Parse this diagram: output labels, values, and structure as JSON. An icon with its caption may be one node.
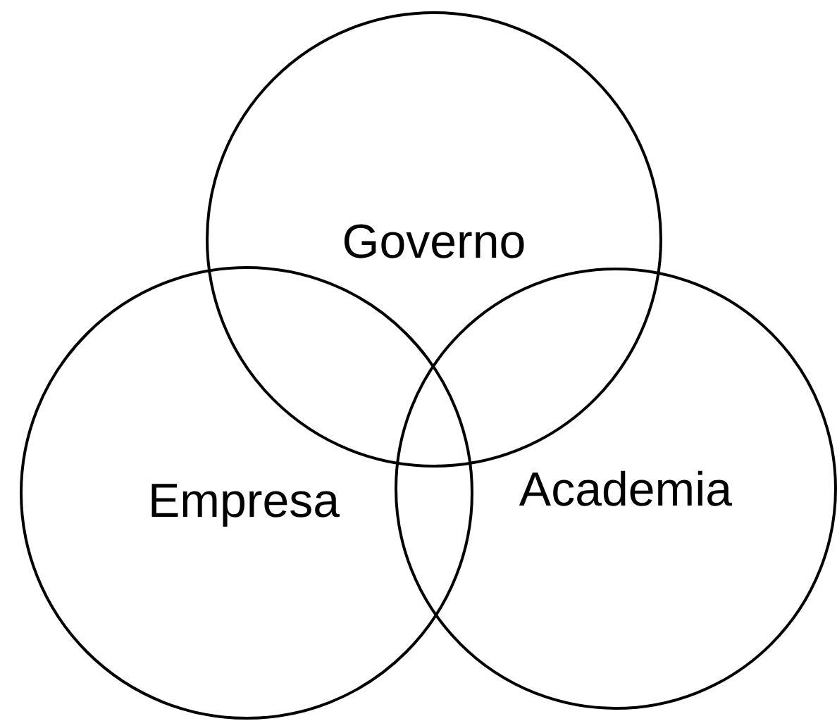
{
  "diagram": {
    "nodes": [
      {
        "text": [
          "Governo"
        ]
      },
      {
        "text": [
          "Empresa"
        ]
      },
      {
        "text": [
          "Academia"
        ]
      }
    ]
  }
}
